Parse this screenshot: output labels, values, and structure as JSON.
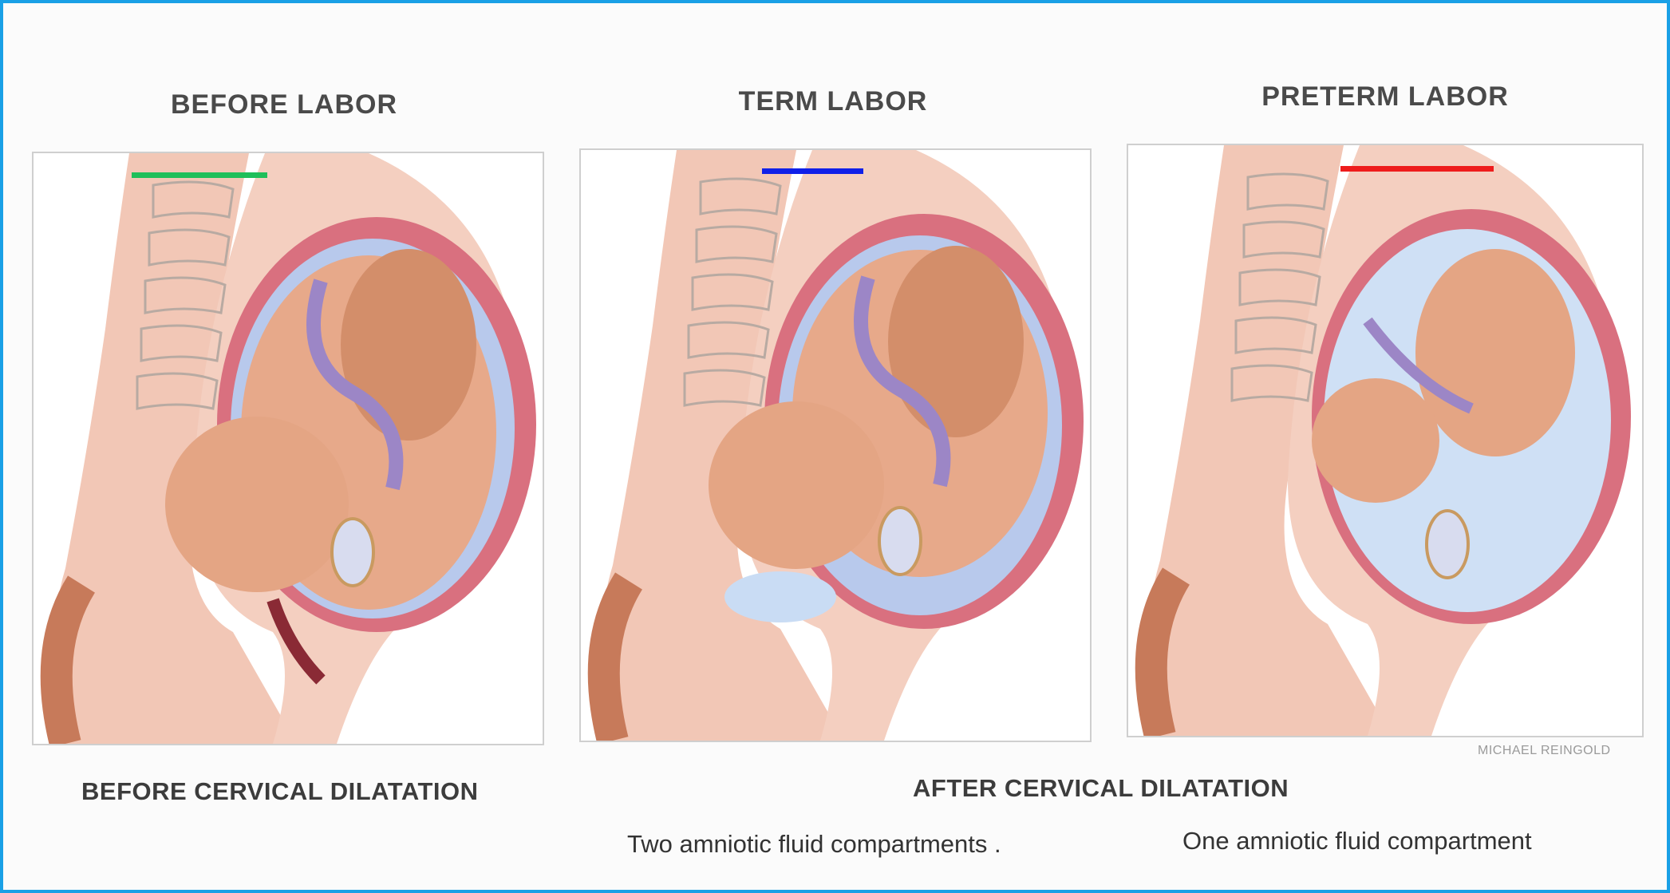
{
  "panels": [
    {
      "title": "BEFORE LABOR",
      "marker_color": "#1fbf5a",
      "variant": "before"
    },
    {
      "title": "TERM LABOR",
      "marker_color": "#1020e8",
      "variant": "term"
    },
    {
      "title": "PRETERM LABOR",
      "marker_color": "#ee1c1c",
      "variant": "preterm"
    }
  ],
  "captions": {
    "before": "BEFORE CERVICAL DILATATION",
    "after": "AFTER CERVICAL DILATATION",
    "two_compartments": "Two amniotic fluid compartments .",
    "one_compartment": "One amniotic fluid compartment"
  },
  "credit": "MICHAEL REINGOLD",
  "colors": {
    "frame_border": "#1aa0e6",
    "skin": "#f2c7b6",
    "uterus_wall": "#d9707f",
    "amniotic_fluid": "#cfe0f5",
    "fetus": "#dd9a74",
    "umbilical_cord": "#9c86c6"
  }
}
